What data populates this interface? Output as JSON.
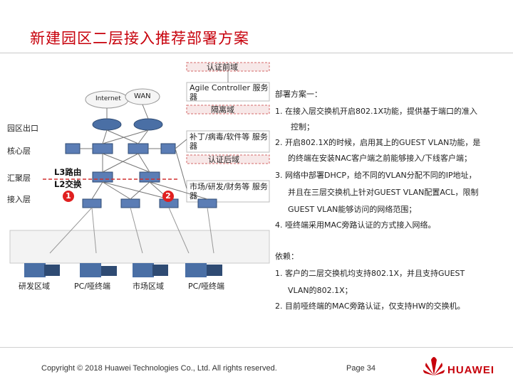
{
  "title": "新建园区二层接入推荐部署方案",
  "zones": {
    "auth_before": "认证前域",
    "isolation": "隔离域",
    "auth_after": "认证后域"
  },
  "servers": {
    "agile": "Agile Controller 服务器",
    "patch": "补丁/病毒/软件等 服务器",
    "market": "市场/研发/财务等 服务器"
  },
  "cloud": {
    "internet": "Internet",
    "wan": "WAN"
  },
  "layers": {
    "exit": "园区出口",
    "core": "核心层",
    "agg": "汇聚层",
    "access": "接入层"
  },
  "tags": {
    "l3": "L3路由",
    "l2": "L2交换"
  },
  "badges": [
    "1",
    "2"
  ],
  "areas": [
    "研发区域",
    "PC/哑终端",
    "市场区域",
    "PC/哑终端"
  ],
  "deploy": {
    "heading": "部署方案一：",
    "items": [
      [
        "1. 在接入层交换机开启802.1X功能，提供基于端口的准入",
        "控制；"
      ],
      [
        "2. 开启802.1X的时候，启用其上的GUEST VLAN功能，是",
        "的终端在安装NAC客户端之前能够接入/下线客户端；"
      ],
      [
        "3. 网络中部署DHCP，给不同的VLAN分配不同的IP地址，",
        "并且在三层交换机上针对GUEST VLAN配置ACL，限制",
        "GUEST VLAN能够访问的网络范围；"
      ],
      [
        "4. 哑终端采用MAC旁路认证的方式接入网络。"
      ]
    ],
    "depend_heading": "依赖：",
    "depend_items": [
      [
        "1. 客户的二层交换机均支持802.1X，并且支持GUEST",
        "VLAN的802.1X；"
      ],
      [
        "2. 目前哑终端的MAC旁路认证，仅支持HW的交换机。"
      ]
    ]
  },
  "footer": {
    "copyright": "Copyright © 2018 Huawei Technologies Co., Ltd. All rights reserved.",
    "page": "Page 34",
    "logo_text": "HUAWEI"
  },
  "colors": {
    "accent": "#c7000b",
    "zone_fill": "#f7e8e8",
    "zone_border": "#d46a6a",
    "router": "#4a6fa5",
    "area_fill": "#f3f3f3"
  }
}
